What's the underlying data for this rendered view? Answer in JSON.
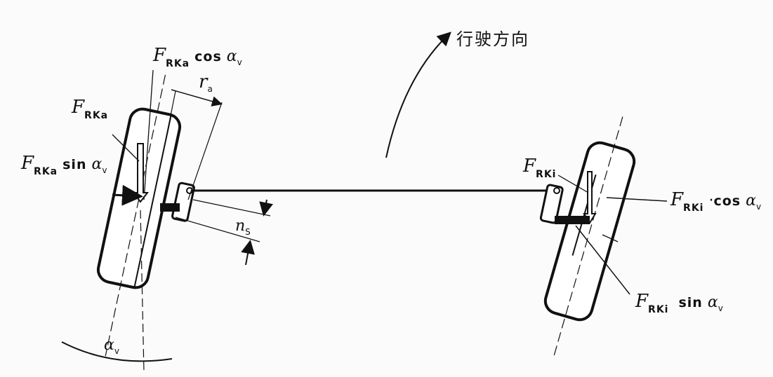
{
  "labels": {
    "direction": "行驶方向",
    "F": "F",
    "outer_sub": "RKa",
    "inner_sub": "RKi",
    "cos": "cos",
    "sin": "sin",
    "alpha": "α",
    "v": "v",
    "r": "r",
    "a": "a",
    "n": "n",
    "s": "S"
  }
}
